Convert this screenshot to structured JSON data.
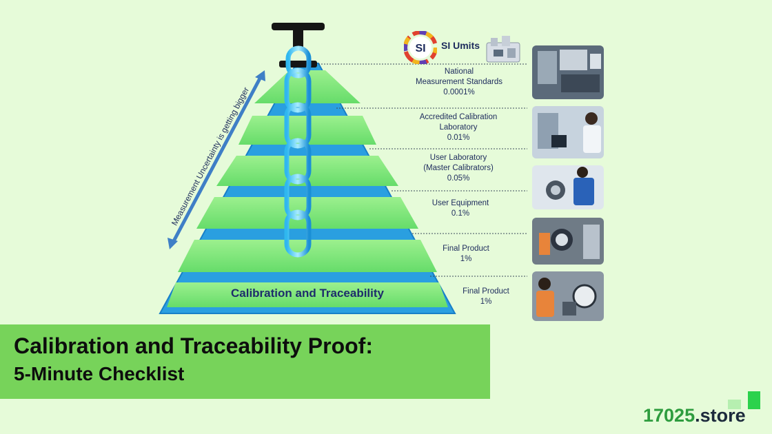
{
  "diagram": {
    "si_logo_text": "SI",
    "si_title": "SI Umits",
    "uncertainty_arrow_label": "Measurement Uncertainty is getting bigger",
    "base_label": "Calibration and Traceability",
    "levels": [
      {
        "name_line1": "National",
        "name_line2": "Measurement Standards",
        "value": "0.0001%"
      },
      {
        "name_line1": "Accredited Calibration",
        "name_line2": "Laboratory",
        "value": "0.01%"
      },
      {
        "name_line1": "User Laboratory",
        "name_line2": "(Master Calibrators)",
        "value": "0.05%"
      },
      {
        "name_line1": "User Equipment",
        "name_line2": "",
        "value": "0.1%"
      },
      {
        "name_line1": "Final Product",
        "name_line2": "",
        "value": "1%"
      },
      {
        "name_line1": "Final Product",
        "name_line2": "",
        "value": "1%"
      }
    ]
  },
  "banner": {
    "title": "Calibration and Traceability Proof:",
    "subtitle": "5-Minute Checklist"
  },
  "brand": {
    "number": "17025",
    "tld": ".store"
  },
  "colors": {
    "background": "#e6fbd9",
    "pyramid_blue": "#2a9fe0",
    "pyramid_green": "#7fe57a",
    "banner_green": "#77d35a",
    "brand_green": "#2e9c3e",
    "text_navy": "#1c2a5c"
  }
}
